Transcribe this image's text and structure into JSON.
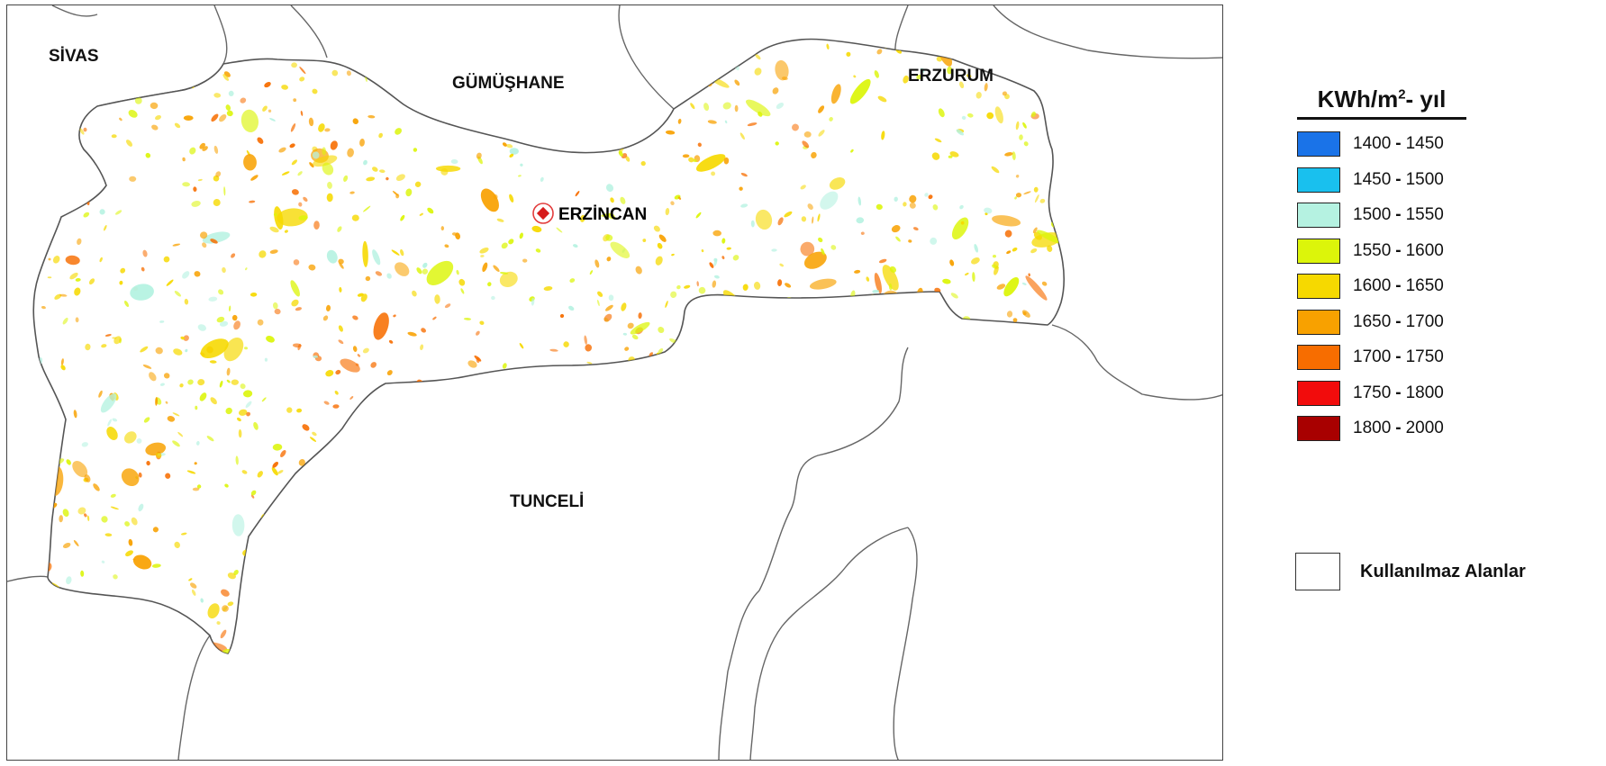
{
  "map": {
    "neighbor_regions": {
      "sivas": "SİVAS",
      "gumushane": "GÜMÜŞHANE",
      "erzurum": "ERZURUM",
      "tunceli": "TUNCELİ"
    },
    "city": {
      "name": "ERZİNCAN"
    }
  },
  "legend": {
    "title_prefix": "KWh/m",
    "title_sup": "2",
    "title_suffix": "- yıl",
    "classes": [
      {
        "from": "1400",
        "to": "1450",
        "color": "#1a73e8"
      },
      {
        "from": "1450",
        "to": "1500",
        "color": "#19c0ee"
      },
      {
        "from": "1500",
        "to": "1550",
        "color": "#b5f2e1"
      },
      {
        "from": "1550",
        "to": "1600",
        "color": "#dcf50a"
      },
      {
        "from": "1600",
        "to": "1650",
        "color": "#f6d900"
      },
      {
        "from": "1650",
        "to": "1700",
        "color": "#f8a100"
      },
      {
        "from": "1700",
        "to": "1750",
        "color": "#f76d00"
      },
      {
        "from": "1750",
        "to": "1800",
        "color": "#f20c0c"
      },
      {
        "from": "1800",
        "to": "2000",
        "color": "#a80000"
      }
    ],
    "unusable_label": "Kullanılmaz Alanlar"
  }
}
